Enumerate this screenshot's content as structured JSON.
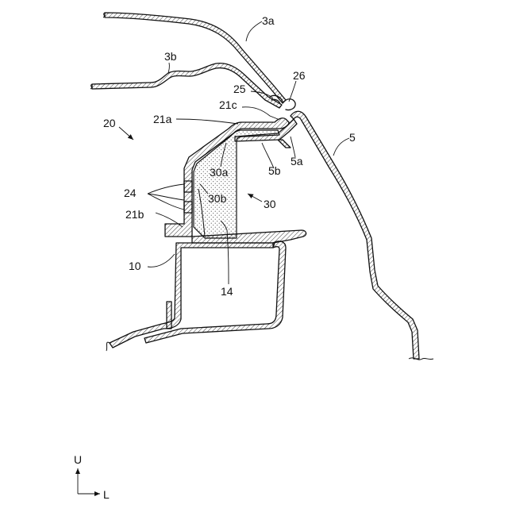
{
  "labels": {
    "l3a": "3a",
    "l3b": "3b",
    "l26": "26",
    "l25": "25",
    "l21c": "21c",
    "l21a": "21a",
    "l20": "20",
    "l5": "5",
    "l5a": "5a",
    "l5b": "5b",
    "l30a": "30a",
    "l24": "24",
    "l30b": "30b",
    "l30": "30",
    "l21b": "21b",
    "l10": "10",
    "l14": "14"
  },
  "axes": {
    "up": "U",
    "left": "L"
  }
}
